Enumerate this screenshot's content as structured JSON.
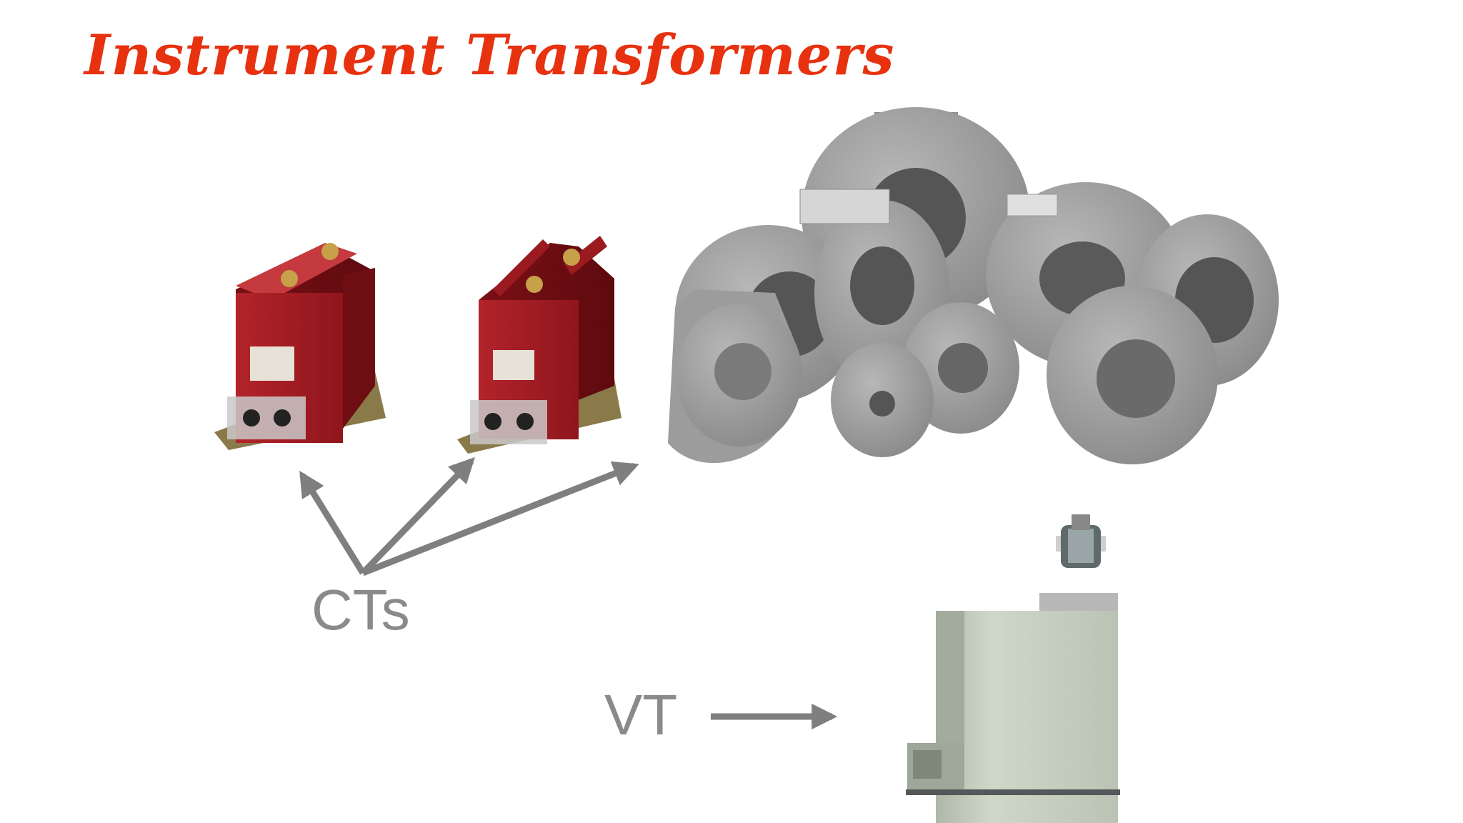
{
  "slide": {
    "title": "Instrument Transformers",
    "labels": {
      "cts": "CTs",
      "vt": "VT"
    },
    "colors": {
      "title": "#e8310f",
      "label": "#8a8a8a",
      "arrow": "#7f7f7f",
      "ct_red": "#a41d22",
      "ring_gray": "#9a9a9a",
      "vt_green": "#c9d2c2"
    }
  }
}
